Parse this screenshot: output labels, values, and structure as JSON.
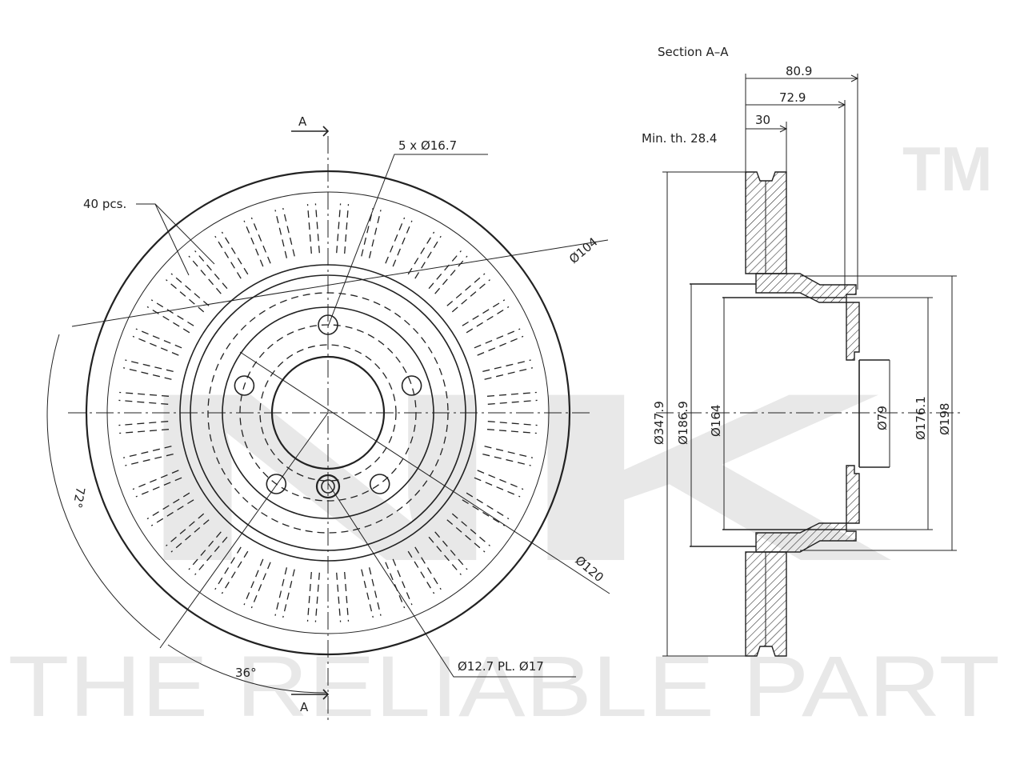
{
  "watermark": {
    "brand": "NK",
    "trademark": "TM",
    "slogan": "THE RELIABLE PART"
  },
  "front_view": {
    "section_marker_top": "A",
    "section_marker_bottom": "A",
    "vent_count_label": "40 pcs.",
    "bolt_holes_label": "5 x Ø16.7",
    "pcd_label": "Ø104",
    "centering_label": "Ø120",
    "thread_holes_label": "Ø12.7 PL. Ø17",
    "angle_72_label": "72°",
    "angle_36_label": "36°"
  },
  "section_view": {
    "title": "Section A–A",
    "min_thickness_label": "Min. th. 28.4",
    "width_overall": "80.9",
    "width_offset": "72.9",
    "width_disc": "30",
    "dia_outer": "Ø347.9",
    "dia_hat_outer": "Ø186.9",
    "dia_hat_inner": "Ø164",
    "dia_center_bore": "Ø79",
    "dia_flange": "Ø176.1",
    "dia_step": "Ø198"
  },
  "colors": {
    "line": "#222222",
    "watermark": "#e8e8e8"
  }
}
